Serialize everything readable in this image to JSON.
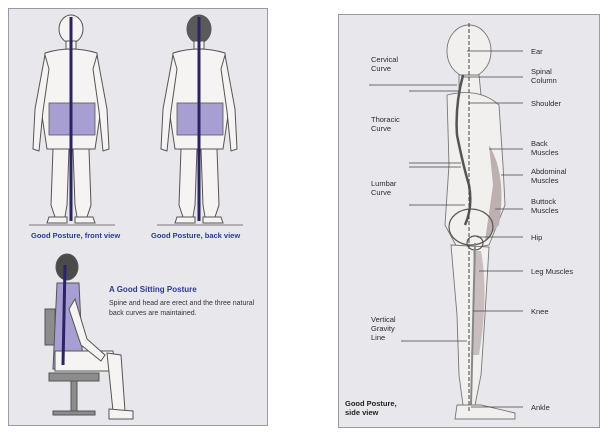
{
  "left": {
    "front_caption": "Good Posture, front view",
    "back_caption": "Good Posture, back view",
    "sitting_title": "A Good Sitting Posture",
    "sitting_description": "Spine and head are erect and the three natural back curves are maintained."
  },
  "right": {
    "left_labels": {
      "cervical": "Cervical\nCurve",
      "thoracic": "Thoracic\nCurve",
      "lumbar": "Lumbar\nCurve",
      "gravity": "Vertical\nGravity\nLine"
    },
    "right_labels": {
      "ear": "Ear",
      "spinal": "Spinal\nColumn",
      "shoulder": "Shoulder",
      "back": "Back\nMuscles",
      "abdominal": "Abdominal\nMuscles",
      "buttock": "Buttock\nMuscles",
      "hip": "Hip",
      "leg": "Leg Muscles",
      "knee": "Knee",
      "ankle": "Ankle"
    },
    "side_caption": "Good Posture,\nside view"
  },
  "colors": {
    "panel": "#e8e8ec",
    "shorts": "#a79fd1",
    "spine_line": "#2b2464",
    "caption": "#2a3b8f"
  }
}
